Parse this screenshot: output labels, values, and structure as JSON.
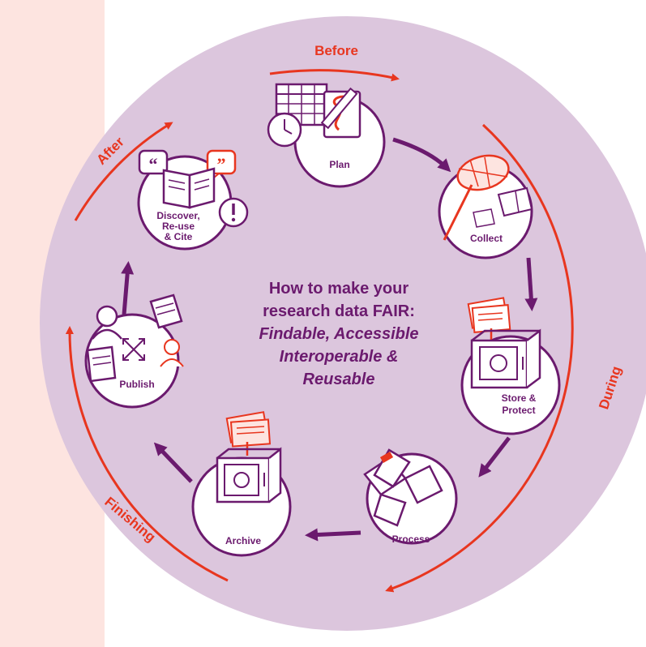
{
  "phases": {
    "before": "Before",
    "during": "During",
    "finishing": "Finishing",
    "after": "After"
  },
  "stages": {
    "plan": "Plan",
    "collect": "Collect",
    "store_line1": "Store &",
    "store_line2": "Protect",
    "process": "Process",
    "archive": "Archive",
    "publish": "Publish",
    "discover_line1": "Discover,",
    "discover_line2": "Re-use",
    "discover_line3": "& Cite"
  },
  "center": {
    "line1": "How to make your",
    "line2": "research data FAIR:",
    "line3": "Findable, Accessible",
    "line4": "Interoperable &",
    "line5": "Reusable"
  },
  "colors": {
    "circle_bg": "#dcc6dd",
    "left_panel": "#fde4e0",
    "accent_red": "#e8361f",
    "purple": "#6b1a6e"
  }
}
